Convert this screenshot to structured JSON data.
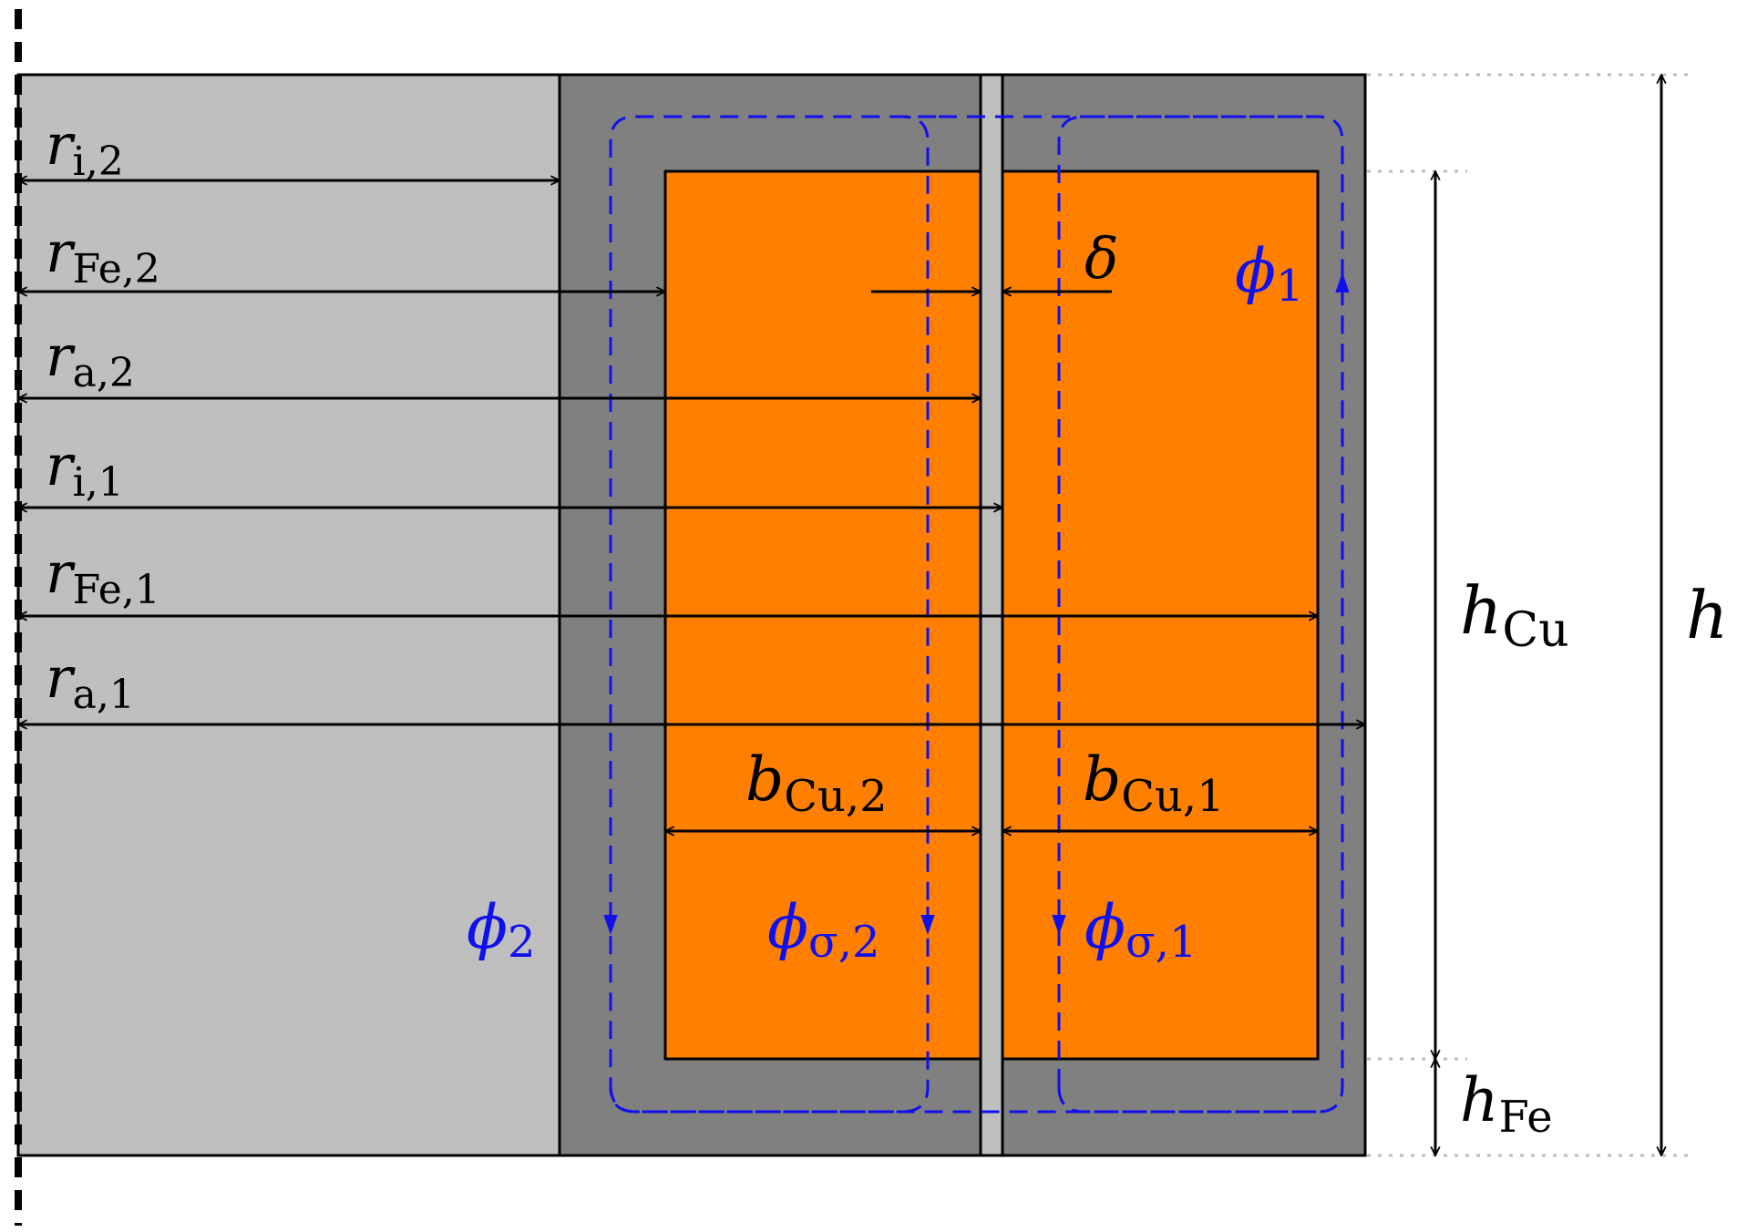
{
  "labels": {
    "r_i2": {
      "main": "r",
      "sub": "i,2"
    },
    "r_Fe2": {
      "main": "r",
      "sub": "Fe,2"
    },
    "r_a2": {
      "main": "r",
      "sub": "a,2"
    },
    "r_i1": {
      "main": "r",
      "sub": "i,1"
    },
    "r_Fe1": {
      "main": "r",
      "sub": "Fe,1"
    },
    "r_a1": {
      "main": "r",
      "sub": "a,1"
    },
    "delta": "δ",
    "phi1": {
      "main": "ϕ",
      "sub": "1"
    },
    "phi2": {
      "main": "ϕ",
      "sub": "2"
    },
    "phi_s2": {
      "main": "ϕ",
      "sub": "σ,2"
    },
    "phi_s1": {
      "main": "ϕ",
      "sub": "σ,1"
    },
    "b_Cu2": {
      "main": "b",
      "sub": "Cu,2"
    },
    "b_Cu1": {
      "main": "b",
      "sub": "Cu,1"
    },
    "h_Cu": {
      "main": "h",
      "sub": "Cu"
    },
    "h_Fe": {
      "main": "h",
      "sub": "Fe"
    },
    "h": "h"
  },
  "colors": {
    "bore": "#bfbfbf",
    "iron": "#808080",
    "copper": "#ff8000",
    "gap": "#bfbfbf",
    "flux": "#1010ee",
    "dimension": "#000000"
  }
}
